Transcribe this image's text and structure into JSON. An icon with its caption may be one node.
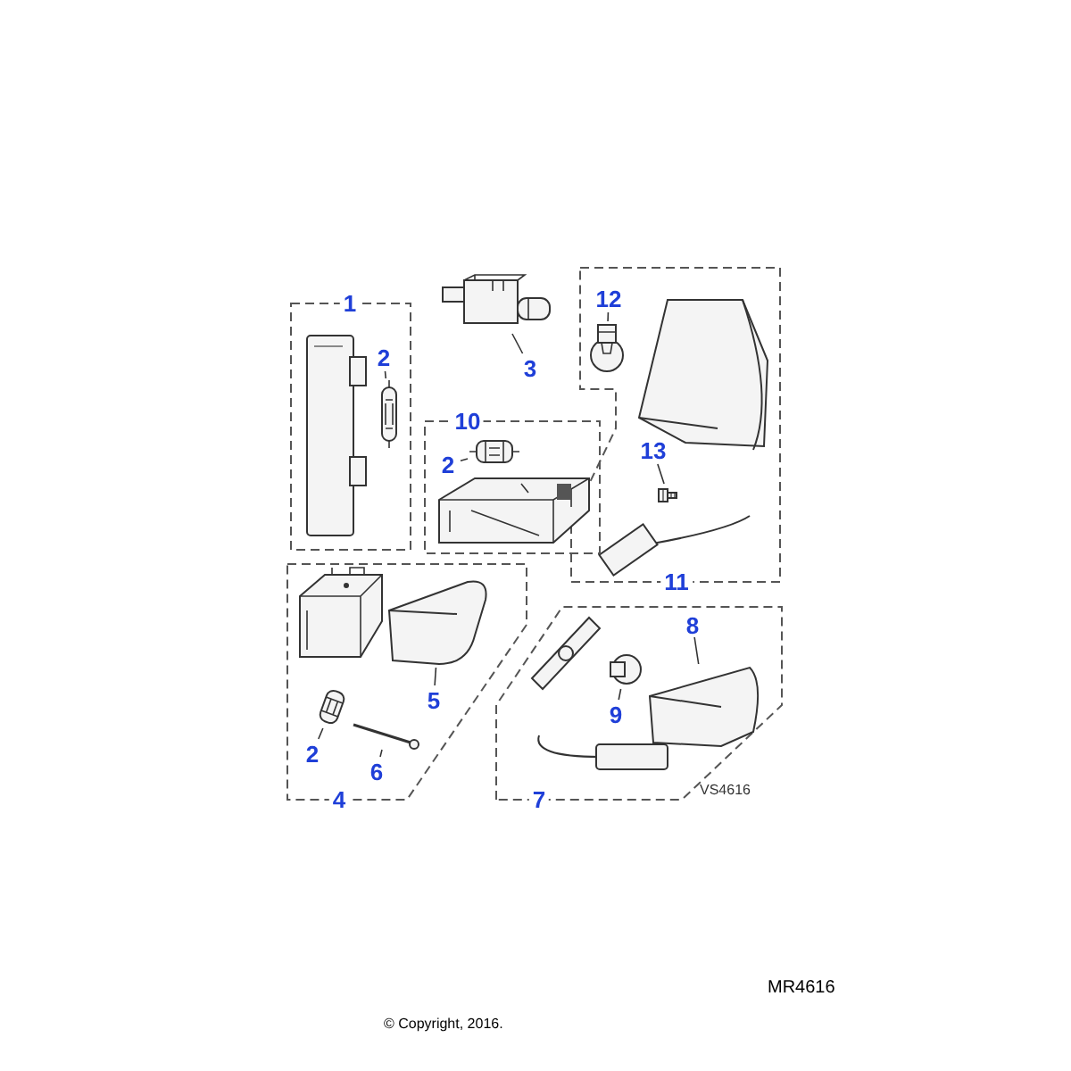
{
  "diagram": {
    "nodes": [
      {
        "text": [
          "1"
        ]
      },
      {
        "text": [
          "2"
        ],
        "in": 0
      },
      {
        "text": [],
        "shape": "picture",
        "in": 0
      },
      {
        "text": [],
        "shape": "bulb",
        "in": 0
      },
      {
        "text": [],
        "shape": "picture"
      },
      {
        "text": [
          "3"
        ]
      },
      {
        "text": [
          "11"
        ]
      },
      {
        "text": [
          "12"
        ],
        "in": 6
      },
      {
        "text": [],
        "shape": "bulb",
        "in": 6
      },
      {
        "text": [],
        "shape": "picture",
        "in": 6
      },
      {
        "text": [
          "13"
        ],
        "in": 6
      },
      {
        "text": [],
        "shape": "screw",
        "in": 6
      },
      {
        "text": [],
        "shape": "picture",
        "in": 6
      },
      {
        "text": [
          "10"
        ]
      },
      {
        "text": [
          "2"
        ],
        "in": 13
      },
      {
        "text": [],
        "shape": "bulb",
        "in": 13
      },
      {
        "text": [],
        "shape": "picture",
        "in": 13
      },
      {
        "text": [
          "4"
        ]
      },
      {
        "text": [],
        "shape": "picture",
        "in": 17
      },
      {
        "text": [],
        "shape": "picture",
        "in": 17
      },
      {
        "text": [
          "5"
        ],
        "in": 17
      },
      {
        "text": [],
        "shape": "picture",
        "in": 17
      },
      {
        "text": [
          "2"
        ],
        "in": 17
      },
      {
        "text": [],
        "shape": "picture",
        "in": 17
      },
      {
        "text": [
          "6"
        ],
        "in": 17
      },
      {
        "text": [
          "7"
        ]
      },
      {
        "text": [
          "8"
        ],
        "in": 25
      },
      {
        "text": [],
        "shape": "picture",
        "in": 25
      },
      {
        "text": [],
        "shape": "picture",
        "in": 25
      },
      {
        "text": [],
        "shape": "picture",
        "in": 25
      },
      {
        "text": [
          "9"
        ],
        "in": 25
      },
      {
        "text": [],
        "shape": "picture",
        "in": 25
      }
    ],
    "edges": [
      {
        "from": 1,
        "to": 3,
        "arrow": "none"
      },
      {
        "from": 5,
        "to": 4,
        "arrow": "none"
      },
      {
        "from": 7,
        "to": 8,
        "arrow": "none"
      },
      {
        "from": 10,
        "to": 11,
        "arrow": "none"
      },
      {
        "from": 14,
        "to": 15,
        "arrow": "none"
      },
      {
        "from": 20,
        "to": 19,
        "arrow": "none"
      },
      {
        "from": 22,
        "to": 21,
        "arrow": "none"
      },
      {
        "from": 24,
        "to": 23,
        "arrow": "none"
      },
      {
        "from": 26,
        "to": 27,
        "arrow": "none"
      },
      {
        "from": 30,
        "to": 29,
        "arrow": "none"
      }
    ],
    "labels": [
      "VS4616",
      "MR4616",
      "© Copyright, 2016."
    ]
  }
}
